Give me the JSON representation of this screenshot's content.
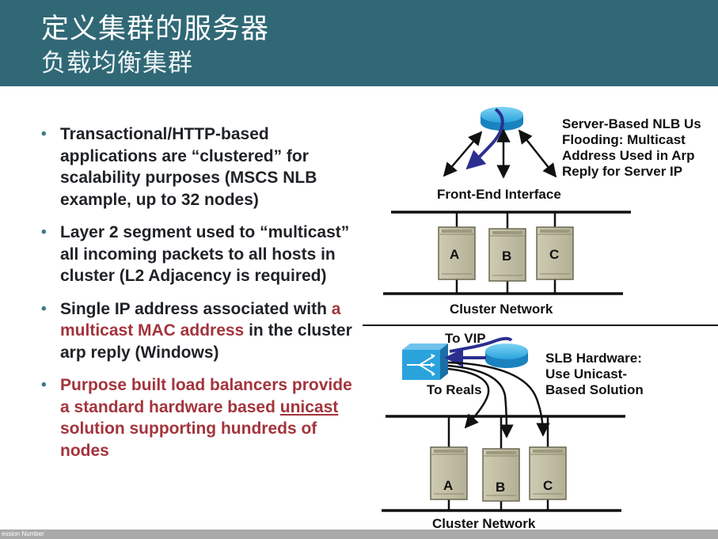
{
  "header": {
    "title": "定义集群的服务器",
    "subtitle": "负载均衡集群"
  },
  "bullets": [
    {
      "text": "Transactional/HTTP-based applications are “clustered” for scalability purposes (MSCS NLB example, up to 32 nodes)"
    },
    {
      "text": "Layer 2 segment used to “multicast” all incoming packets to all hosts in cluster (L2 Adjacency is required)"
    },
    {
      "pre": "Single IP address associated with ",
      "highlight": "a multicast MAC address",
      "post": " in the cluster arp reply (Windows)"
    },
    {
      "pre": "Purpose built load balancers provide a standard hardware based ",
      "underlined": "unicast",
      "post": " solution supporting hundreds of nodes"
    }
  ],
  "top_diagram": {
    "note_lines": [
      "Server-Based NLB Us",
      "Flooding: Multicast",
      "Address Used in Arp",
      "Reply for Server IP"
    ],
    "interface_label": "Front-End Interface",
    "servers": [
      "A",
      "B",
      "C"
    ],
    "network_label": "Cluster Network"
  },
  "bottom_diagram": {
    "vip_label": "To VIP",
    "reals_label": "To Reals",
    "note_lines": [
      "SLB Hardware:",
      "Use Unicast-",
      "Based Solution"
    ],
    "servers": [
      "A",
      "B",
      "C"
    ],
    "network_label": "Cluster Network"
  },
  "footer": {
    "text": "ession Number"
  },
  "colors": {
    "header_bg": "#306876",
    "bullet_text": "#1f2226",
    "accent_red": "#a3343c",
    "router_blue": "#2aa3dd",
    "arrow_navy": "#2b2f8f"
  }
}
